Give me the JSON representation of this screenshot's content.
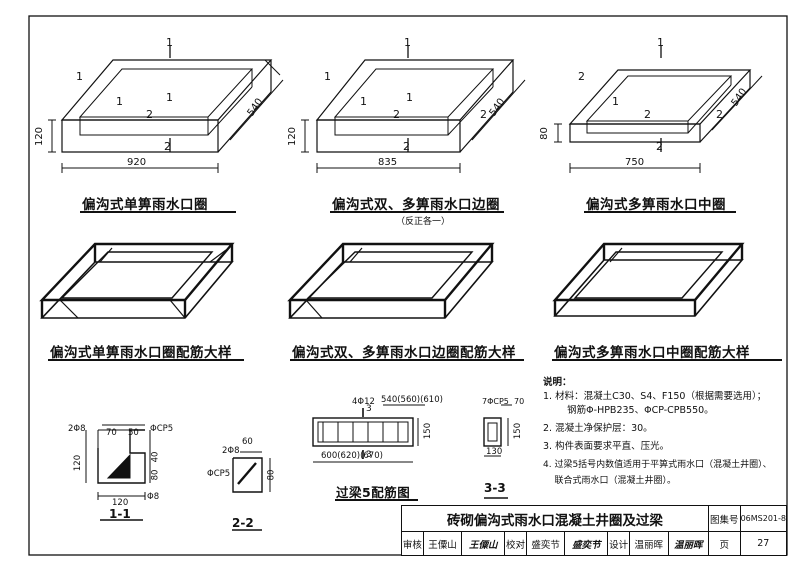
{
  "sheet": {
    "diagrams": {
      "d1": {
        "caption": "偏沟式单箅雨水口圈",
        "top_label": "1",
        "mid_label": "1",
        "side_label": "1",
        "left_label": "1",
        "inner_label": "2",
        "bottom_label": "2",
        "height_dim": "120",
        "width_dim": "920",
        "depth_dim": "540"
      },
      "d2": {
        "caption": "偏沟式双、多箅雨水口边圈",
        "sub_caption": "（反正各一）",
        "top_label": "1",
        "mid_label": "1",
        "side_label": "2",
        "side_label2": "1",
        "left_label": "1",
        "inner_label": "2",
        "bottom_label": "2",
        "height_dim": "120",
        "width_dim": "835",
        "depth_dim": "540"
      },
      "d3": {
        "caption": "偏沟式多箅雨水口中圈",
        "top_label": "1",
        "side_label": "2",
        "side_label2": "1",
        "left_label": "2",
        "inner_label": "2",
        "bottom_label": "2",
        "height_dim": "80",
        "width_dim": "750",
        "depth_dim": "540"
      }
    },
    "rebar_captions": [
      "偏沟式单箅雨水口圈配筋大样",
      "偏沟式双、多箅雨水口边圈配筋大样",
      "偏沟式多箅雨水口中圈配筋大样"
    ],
    "section_1_1": {
      "title": "1-1",
      "rebar_label": "2Φ8",
      "stirrup_label": "ΦCP5",
      "dim_70": "70",
      "dim_50": "50",
      "dim_40": "40",
      "dim_80": "80",
      "dim_120_h": "120",
      "dim_120_w": "120",
      "bar_label": "Φ8"
    },
    "section_2_2": {
      "title": "2-2",
      "rebar_label": "2Φ8",
      "stirrup_label": "ΦCP5",
      "dim_60": "60",
      "dim_80": "80"
    },
    "beam": {
      "caption": "过梁5配筋图",
      "section_label": "3",
      "rebar_label": "4Φ12",
      "length_top": "540(560)(610)",
      "length_bottom": "600(620)(670)",
      "height_dim": "150"
    },
    "section_3_3": {
      "title": "3-3",
      "rebar_label": "7ΦCP5",
      "dim_70": "70",
      "dim_150": "150",
      "dim_130": "130"
    },
    "notes": {
      "title": "说明：",
      "items": [
        "1. 材料：混凝土C30、S4、F150（根据需要选用）；",
        "        钢筋Φ-HPB235、ΦCP-CPB550。",
        "2. 混凝土净保护层：30。",
        "3. 构件表面要求平直、压光。",
        "4. 过梁5括号内数值适用于平箅式雨水口（混凝土井圈）、",
        "    联合式雨水口（混凝土井圈）。"
      ]
    },
    "title_block": {
      "title": "砖砌偏沟式雨水口混凝土井圈及过梁",
      "atlas_label": "图集号",
      "atlas_no": "06MS201-8",
      "page_label": "页",
      "page_no": "27",
      "review_label": "审核",
      "review_name": "王僳山",
      "review_sig": "王僳山",
      "check_label": "校对",
      "check_name": "盛奕节",
      "check_sig": "盛奕节",
      "design_label": "设计",
      "design_name": "温丽晖",
      "design_sig": "温丽晖"
    }
  }
}
